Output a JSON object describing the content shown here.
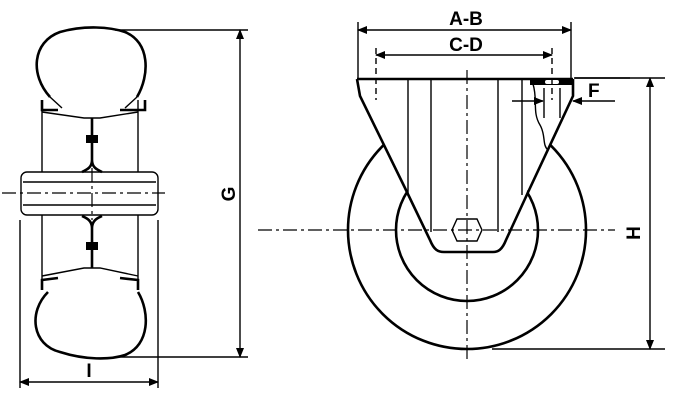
{
  "drawing": {
    "title": "Fixed caster wheel technical drawing",
    "views": [
      "side-section-view",
      "front-view"
    ],
    "line_color": "#000000",
    "background": "#ffffff"
  },
  "dimensions": {
    "ab": "A-B",
    "cd": "C-D",
    "f": "F",
    "g": "G",
    "h": "H",
    "i": "I"
  }
}
